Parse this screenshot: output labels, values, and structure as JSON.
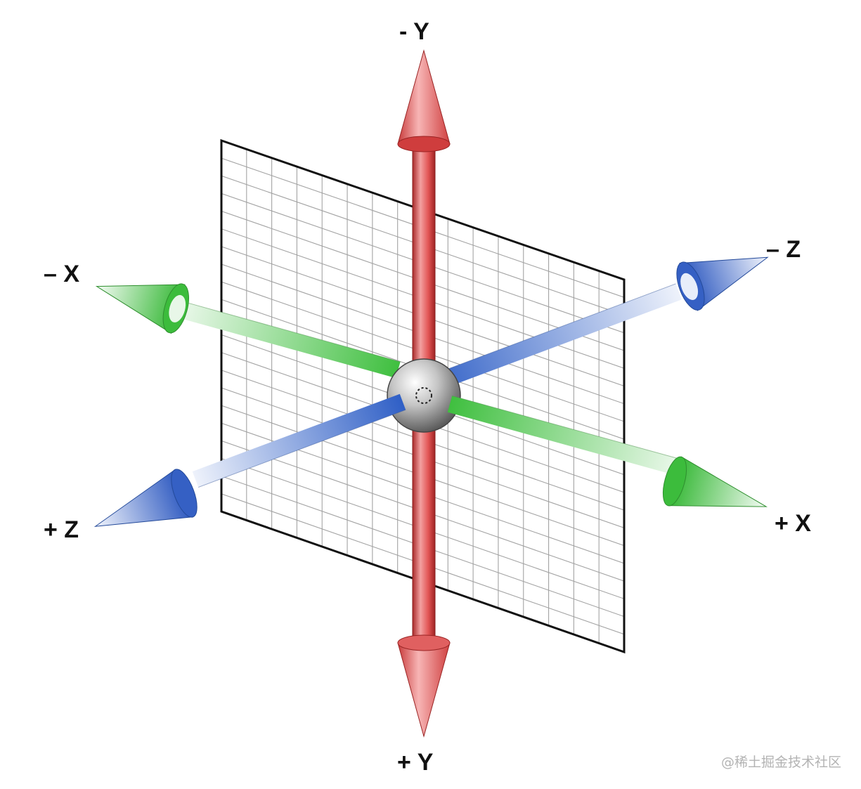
{
  "labels": {
    "neg_y": "- Y",
    "pos_y": "+ Y",
    "neg_x": "– X",
    "pos_x": "+ X",
    "neg_z": "– Z",
    "pos_z": "+ Z"
  },
  "watermark": "@稀土掘金技术社区",
  "colors": {
    "y_axis": "#e25555",
    "x_axis": "#44c444",
    "z_axis": "#3e66c8",
    "grid_line": "#999999",
    "plane_border": "#111111",
    "origin_sphere": "#b8b8b8"
  },
  "icons": {
    "origin": "sphere-icon",
    "arrowheads": "cone-arrowhead-icon"
  }
}
